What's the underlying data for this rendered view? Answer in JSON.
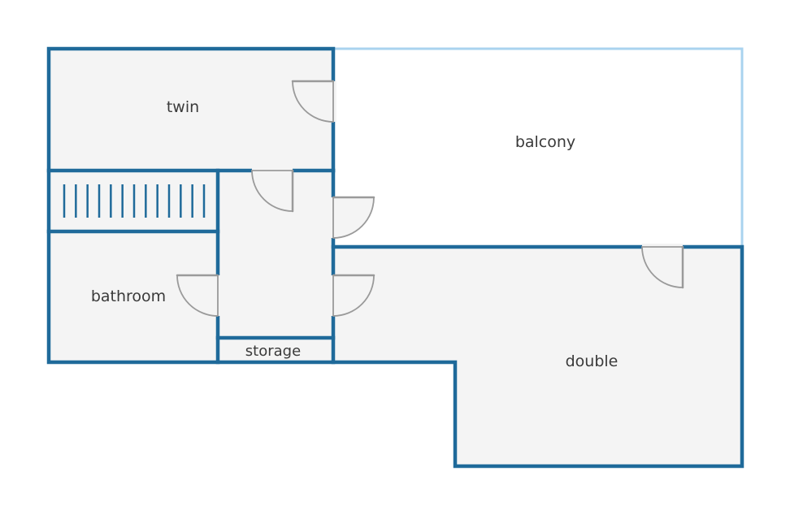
{
  "rooms": {
    "twin": "twin",
    "balcony": "balcony",
    "bathroom": "bathroom",
    "storage": "storage",
    "double": "double"
  },
  "colors": {
    "wall": "#1f6a9a",
    "balcony_wall": "#a9d3ef",
    "room_fill": "#f4f4f4",
    "door": "#9a9a9a",
    "label": "#3a3a3a"
  },
  "stairs": {
    "tread_count": 13
  }
}
